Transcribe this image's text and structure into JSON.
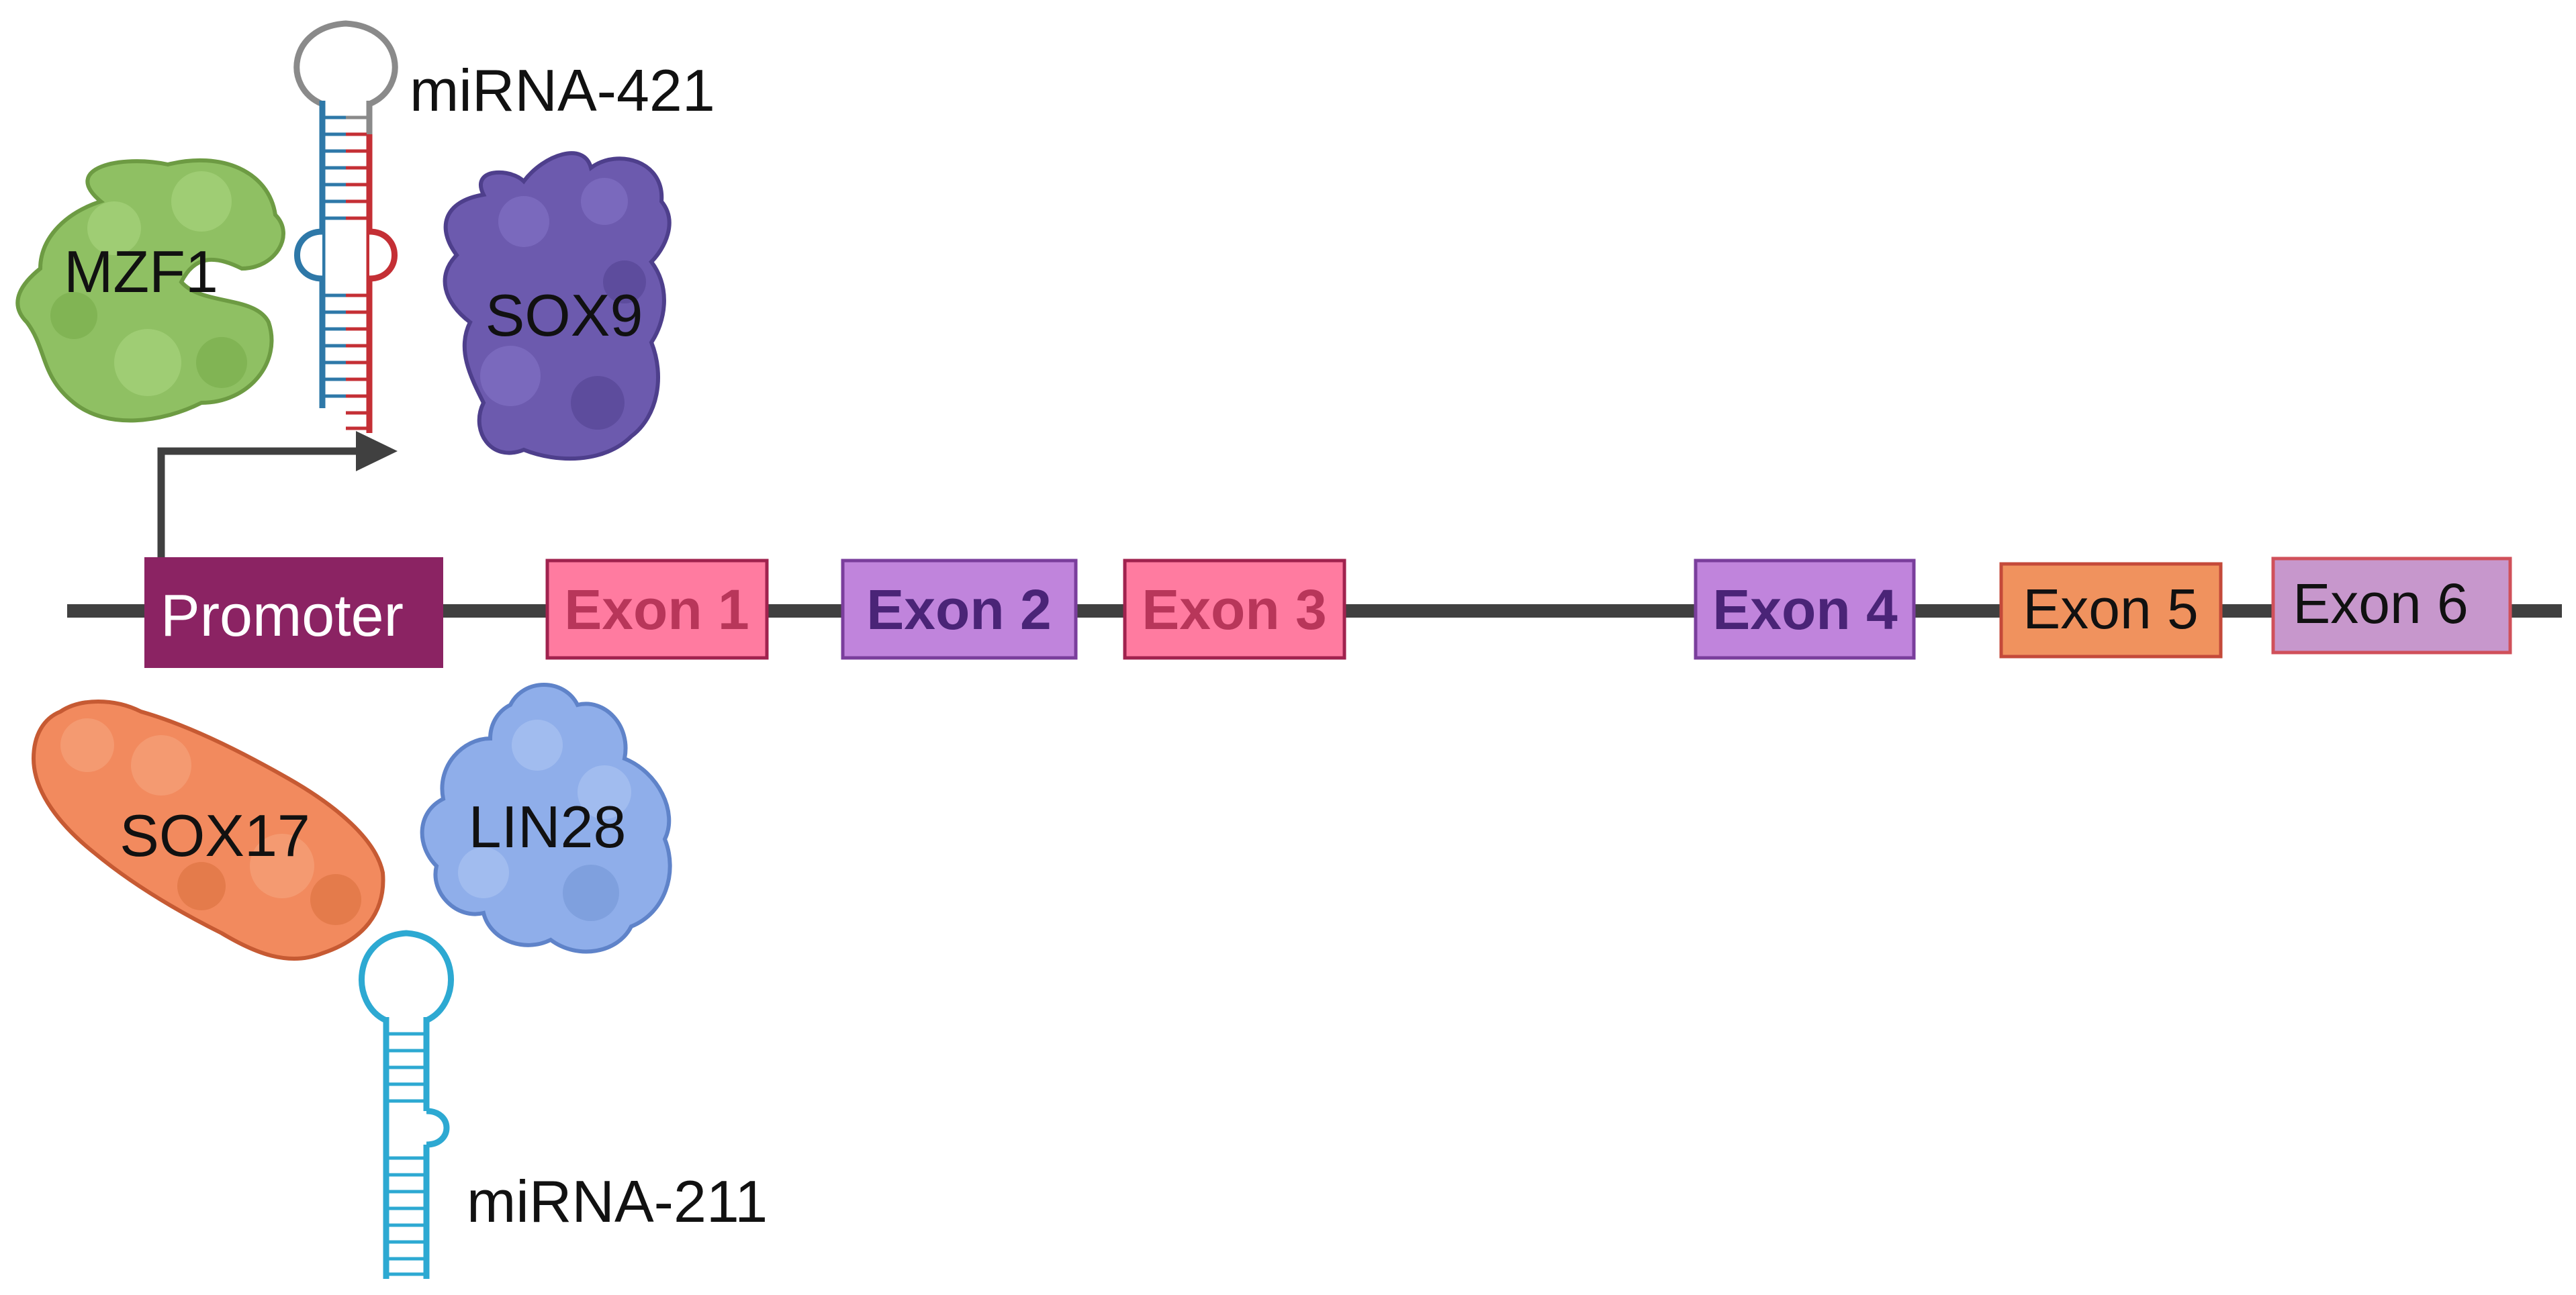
{
  "diagram": {
    "promoter": {
      "label": "Promoter",
      "fill": "#8B2363",
      "text_color": "#ffffff"
    },
    "exons": [
      {
        "label": "Exon 1",
        "fill": "#FF7BA0",
        "stroke": "#A0224E",
        "text_color": "#B8365A",
        "bold": true
      },
      {
        "label": "Exon 2",
        "fill": "#C084DC",
        "stroke": "#7A3E9C",
        "text_color": "#4A2477",
        "bold": true
      },
      {
        "label": "Exon 3",
        "fill": "#FF7BA0",
        "stroke": "#A0224E",
        "text_color": "#B8365A",
        "bold": true
      },
      {
        "label": "Exon 4",
        "fill": "#C084DC",
        "stroke": "#7A3E9C",
        "text_color": "#4A2477",
        "bold": true
      },
      {
        "label": "Exon 5",
        "fill": "#F0925E",
        "stroke": "#C44A3A",
        "text_color": "#111111",
        "bold": false
      },
      {
        "label": "Exon 6",
        "fill": "#C797CC",
        "stroke": "#D0505A",
        "text_color": "#111111",
        "bold": false
      }
    ],
    "proteins": {
      "mzf1": {
        "label": "MZF1",
        "color": "#8FC063"
      },
      "sox9": {
        "label": "SOX9",
        "color": "#6C5AAE"
      },
      "sox17": {
        "label": "SOX17",
        "color": "#F28A5E"
      },
      "lin28": {
        "label": "LIN28",
        "color": "#8FAEEA"
      }
    },
    "mirnas": {
      "mir421": {
        "label": "miRNA-421"
      },
      "mir211": {
        "label": "miRNA-211"
      }
    },
    "colors": {
      "gene_line": "#404040",
      "arrow": "#404040",
      "strand_blue": "#2E78A8",
      "strand_red": "#C42F35",
      "loop_grey": "#8A8A8A",
      "mir211_cyan": "#2DA9D2"
    }
  }
}
